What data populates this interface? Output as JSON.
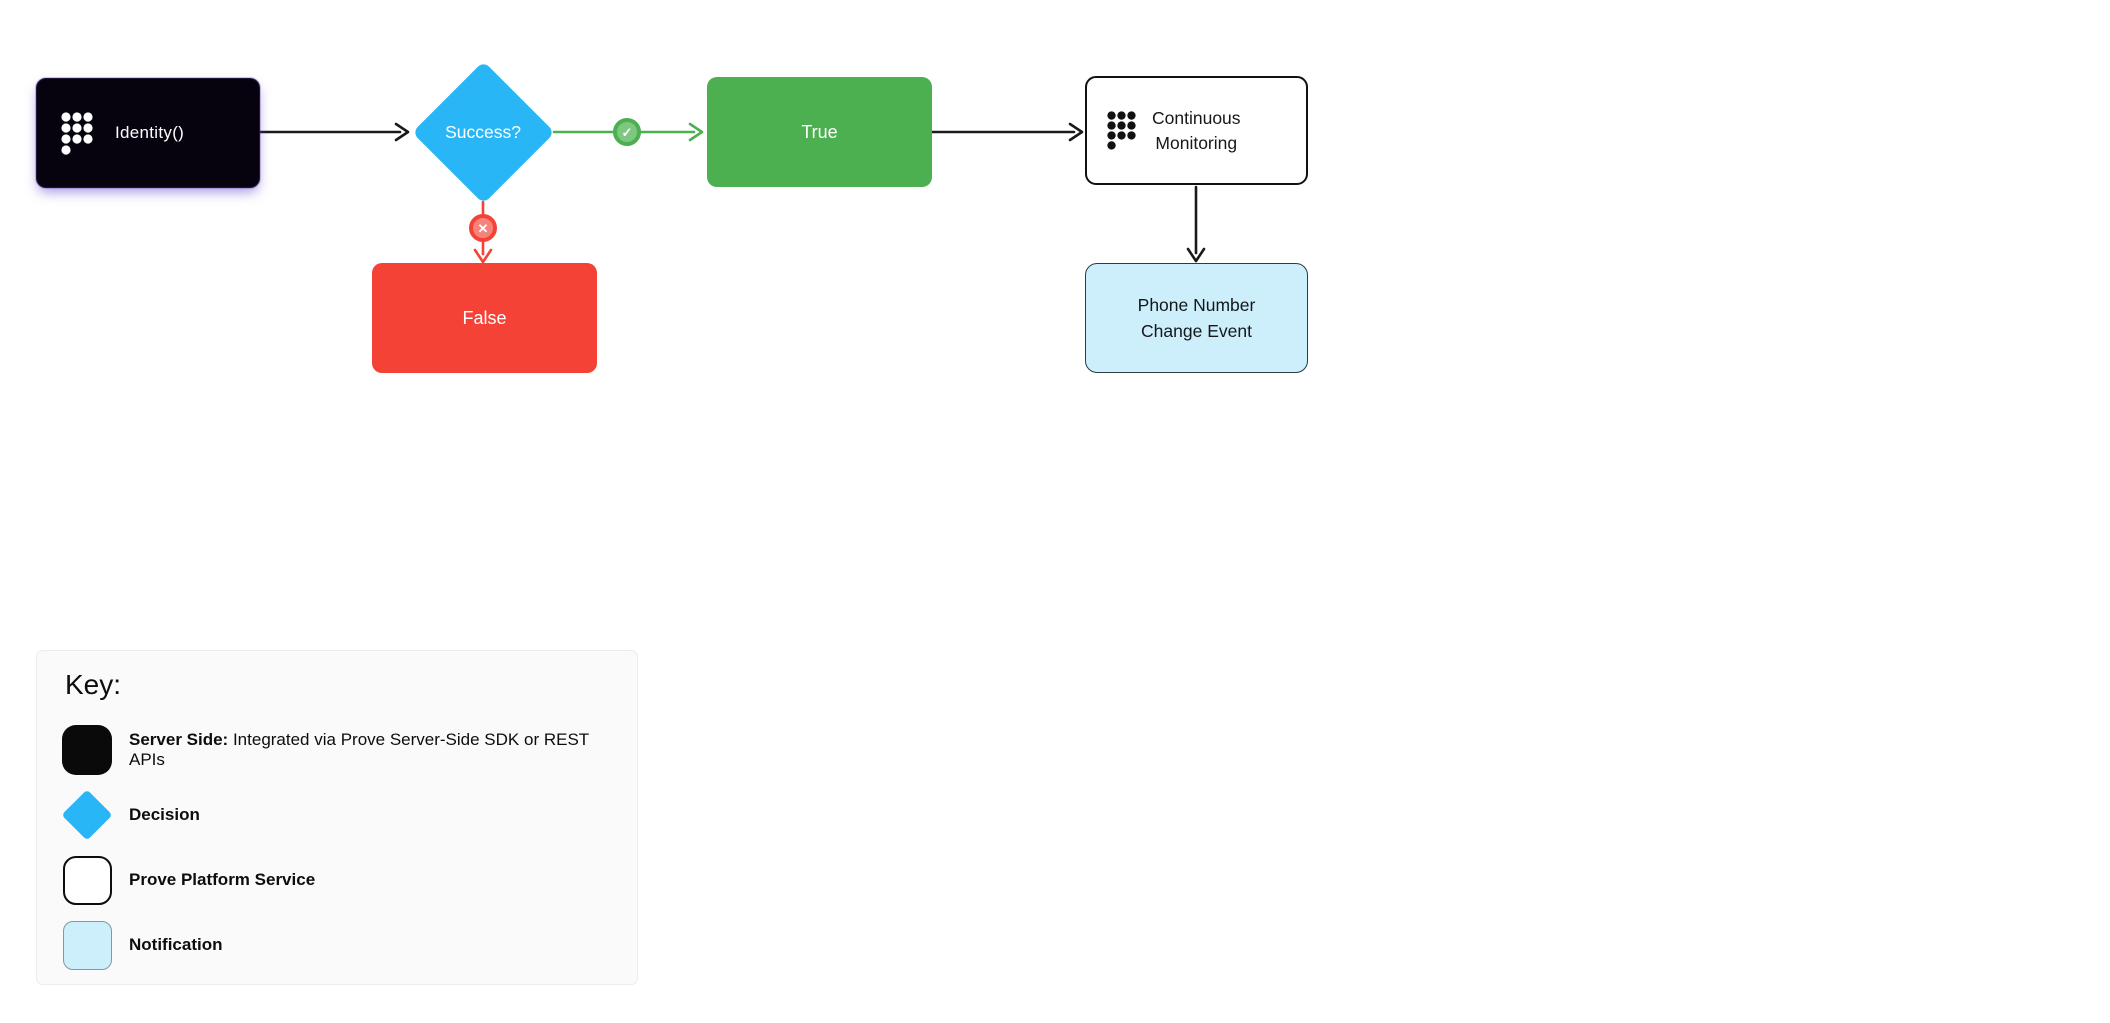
{
  "diagram": {
    "nodes": {
      "identity": {
        "label": "Identity()",
        "type": "server-side"
      },
      "decision": {
        "label": "Success?",
        "type": "decision"
      },
      "true_branch": {
        "label": "True",
        "type": "result-success"
      },
      "false_branch": {
        "label": "False",
        "type": "result-failure"
      },
      "monitoring": {
        "label_line1": "Continuous",
        "label_line2": "Monitoring",
        "type": "prove-platform-service"
      },
      "phone_event": {
        "label_line1": "Phone Number",
        "label_line2": "Change Event",
        "type": "notification"
      }
    },
    "badges": {
      "success_check": "✓",
      "failure_x": "✕"
    }
  },
  "key": {
    "title": "Key:",
    "items": [
      {
        "icon": "server-side-swatch",
        "label_bold": "Server Side:",
        "label_rest": " Integrated via Prove Server-Side SDK or REST APIs"
      },
      {
        "icon": "decision-swatch",
        "label_bold": "Decision",
        "label_rest": ""
      },
      {
        "icon": "platform-swatch",
        "label_bold": "Prove Platform Service",
        "label_rest": ""
      },
      {
        "icon": "notification-swatch",
        "label_bold": "Notification",
        "label_rest": ""
      }
    ]
  },
  "palette": {
    "server_side_black": "#06030e",
    "decision_blue": "#29b6f6",
    "success_green": "#4caf50",
    "failure_red": "#f44336",
    "notification_blue": "#cdeefb",
    "edge_black": "#1a1a1a"
  }
}
